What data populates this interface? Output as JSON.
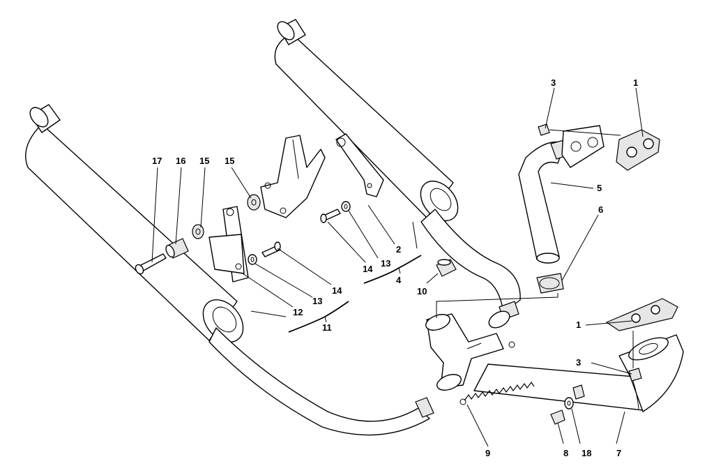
{
  "callouts": {
    "c1_top": "1",
    "c3_top": "3",
    "c5": "5",
    "c6": "6",
    "c17": "17",
    "c16": "16",
    "c15_left": "15",
    "c15_right": "15",
    "c2": "2",
    "c13_right": "13",
    "c14_right": "14",
    "c4": "4",
    "c10": "10",
    "c14_left": "14",
    "c13_left": "13",
    "c12": "12",
    "c11": "11",
    "c1_bottom": "1",
    "c3_bottom": "3",
    "c9": "9",
    "c8": "8",
    "c18": "18",
    "c7": "7"
  }
}
